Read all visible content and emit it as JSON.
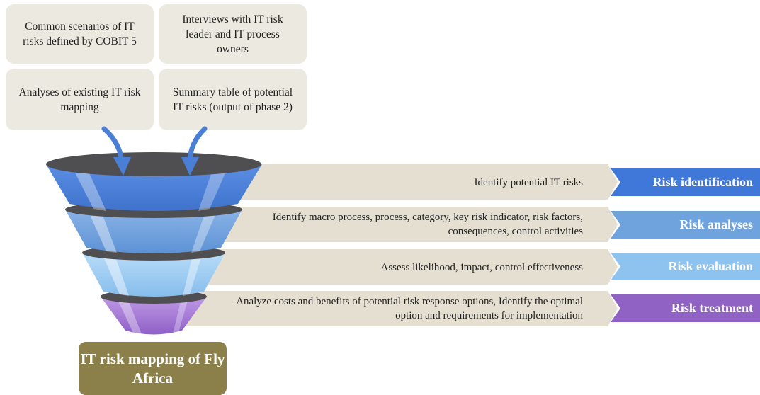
{
  "inputs": [
    {
      "id": "cobit",
      "text": "Common scenarios of IT risks defined by COBIT 5"
    },
    {
      "id": "interviews",
      "text": "Interviews with IT risk leader and IT process owners"
    },
    {
      "id": "existing",
      "text": "Analyses of existing IT risk mapping"
    },
    {
      "id": "summary",
      "text": "Summary table of potential IT risks (output of phase 2)"
    }
  ],
  "stages": [
    {
      "label": "Risk identification",
      "description": "Identify potential IT risks",
      "color": "#3f78d8"
    },
    {
      "label": "Risk analyses",
      "description": "Identify macro process, process, category, key risk indicator, risk factors, consequences, control activities",
      "color": "#6fa3de"
    },
    {
      "label": "Risk evaluation",
      "description": "Assess likelihood, impact, control effectiveness",
      "color": "#8ec2ef"
    },
    {
      "label": "Risk treatment",
      "description": "Analyze costs and benefits of potential risk response options, Identify the optimal option and requirements for implementation",
      "color": "#8f62c4"
    }
  ],
  "result": {
    "text": "IT risk mapping of Fly Africa",
    "color": "#8b7f4a"
  },
  "colors": {
    "band": "#e4dfd0",
    "funnel_rim": "#4f4f52",
    "input_box": "#ece9e0",
    "arrow": "#4a7fd6"
  }
}
